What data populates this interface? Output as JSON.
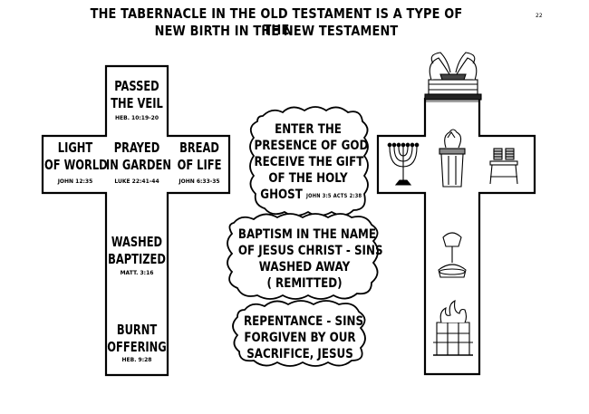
{
  "header": {
    "title_line1": "THE TABERNACLE IN THE OLD TESTAMENT IS A TYPE OF THE",
    "title_line2": "NEW BIRTH IN THE NEW TESTAMENT",
    "page_number": "22"
  },
  "left_cross": {
    "top": {
      "line1": "PASSED",
      "line2": "THE VEIL",
      "ref": "HEB. 10:19-20"
    },
    "left_arm": {
      "line1": "LIGHT",
      "line2": "OF WORLD",
      "ref": "JOHN 12:35"
    },
    "center": {
      "line1": "PRAYED",
      "line2": "IN GARDEN",
      "ref": "LUKE 22:41-44"
    },
    "right_arm": {
      "line1": "BREAD",
      "line2": "OF LIFE",
      "ref": "JOHN 6:33-35"
    },
    "middle": {
      "line1": "WASHED",
      "line2": "BAPTIZED",
      "ref": "MATT. 3:16"
    },
    "bottom": {
      "line1": "BURNT",
      "line2": "OFFERING",
      "ref": "HEB. 9:28"
    }
  },
  "clouds": {
    "top": {
      "line1": "ENTER THE",
      "line2": "PRESENCE OF GOD",
      "line3": "RECEIVE THE GIFT",
      "line4": "OF THE HOLY",
      "line5": "GHOST",
      "ref": "JOHN 3:5   ACTS 2:38"
    },
    "middle": {
      "line1": "BAPTISM IN THE NAME",
      "line2": "OF JESUS CHRIST - SINS",
      "line3": "WASHED AWAY",
      "line4": "( REMITTED)"
    },
    "bottom": {
      "line1": "REPENTANCE - SINS",
      "line2": "FORGIVEN BY OUR",
      "line3": "SACRIFICE, JESUS"
    }
  },
  "right_cross": {
    "items": [
      "ark-of-covenant-icon",
      "lampstand-icon",
      "altar-of-incense-icon",
      "showbread-table-icon",
      "laver-icon",
      "brazen-altar-icon"
    ]
  }
}
